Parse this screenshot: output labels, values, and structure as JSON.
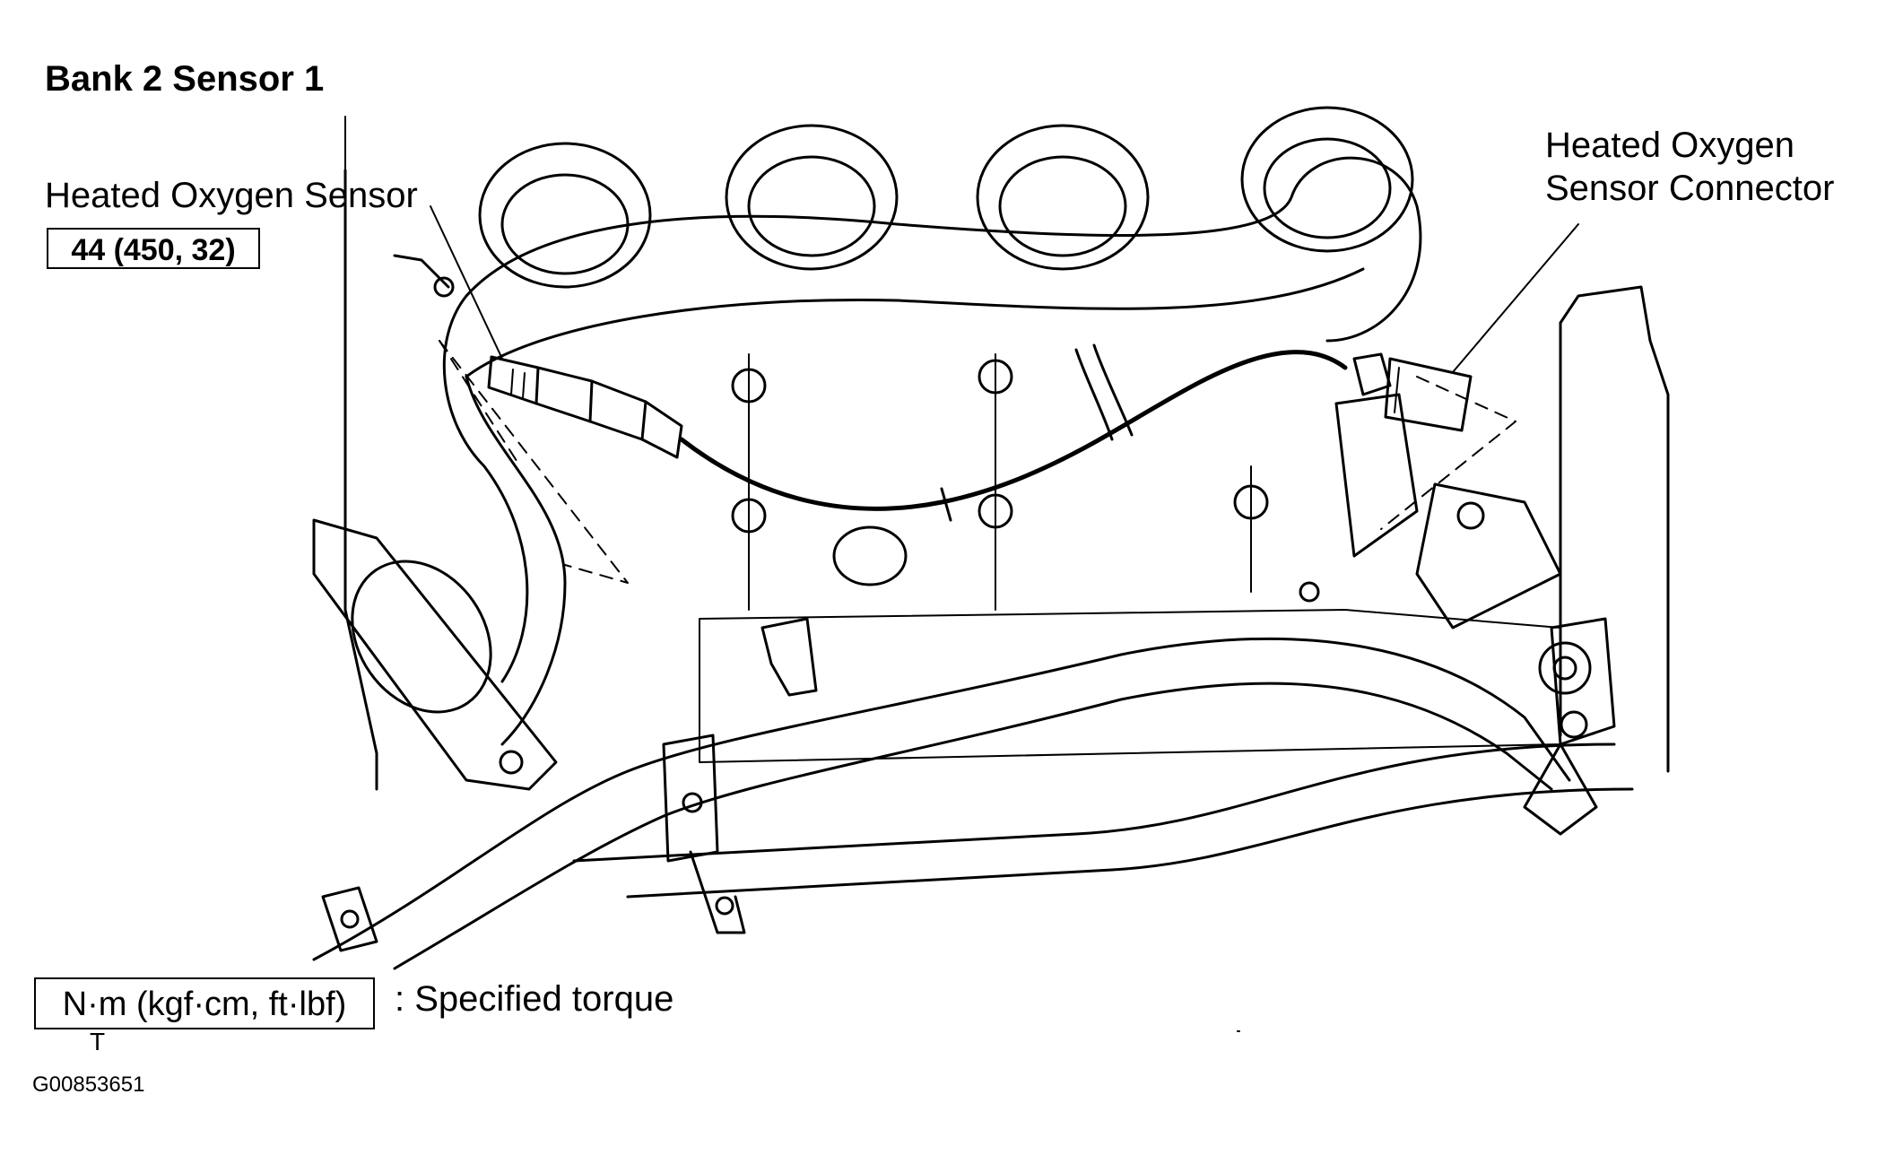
{
  "title": "Bank 2 Sensor 1",
  "sensor": {
    "label": "Heated Oxygen Sensor",
    "torque": "44  (450,  32)"
  },
  "connector": {
    "line1": "Heated Oxygen",
    "line2": "Sensor Connector"
  },
  "legend": {
    "box": "N·m (kgf·cm, ft·lbf)",
    "text": ": Specified torque",
    "marker": "T"
  },
  "figure_id": "G00853651"
}
